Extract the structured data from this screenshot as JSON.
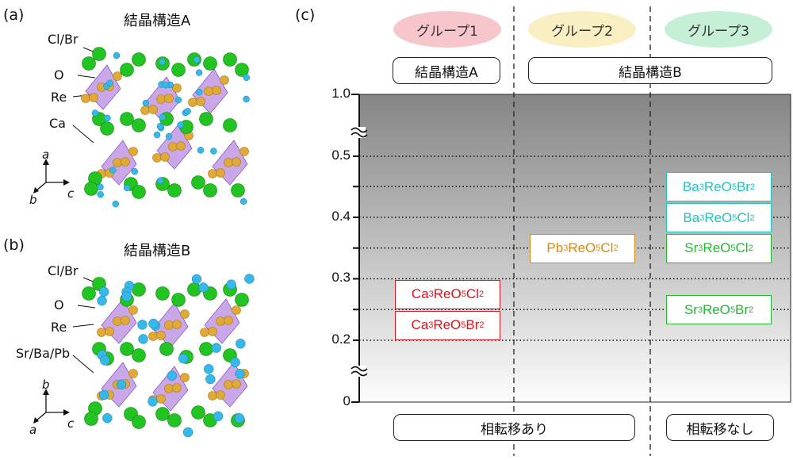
{
  "panel_a": {
    "label": "(a)",
    "title": "結晶構造A",
    "atoms": [
      "Cl/Br",
      "O",
      "Re",
      "Ca"
    ],
    "axes": [
      "a",
      "b",
      "c"
    ]
  },
  "panel_b": {
    "label": "(b)",
    "title": "結晶構造B",
    "atoms": [
      "Cl/Br",
      "O",
      "Re",
      "Sr/Ba/Pb"
    ],
    "axes": [
      "b",
      "a",
      "c"
    ]
  },
  "panel_c": {
    "label": "(c)",
    "groups": [
      {
        "label": "グループ1",
        "color": "#f7c6cb"
      },
      {
        "label": "グループ2",
        "color": "#faefc2"
      },
      {
        "label": "グループ3",
        "color": "#c6f0d6"
      }
    ],
    "structures": [
      "結晶構造A",
      "結晶構造B"
    ],
    "transitions": [
      "相転移あり",
      "相転移なし"
    ]
  },
  "chart_data": {
    "type": "table",
    "yticks": [
      "1.0",
      "0.5",
      "0.4",
      "0.3",
      "0.2",
      "0"
    ],
    "ylim": [
      0,
      1.0
    ],
    "axis_breaks": true,
    "grid": "dotted",
    "compounds": [
      {
        "name": "Ca3ReO5Cl2",
        "group": 1,
        "value": 0.275,
        "color": "#d9141e"
      },
      {
        "name": "Ca3ReO5Br2",
        "group": 1,
        "value": 0.225,
        "color": "#d9141e"
      },
      {
        "name": "Pb3ReO5Cl2",
        "group": 2,
        "value": 0.35,
        "color": "#d98a10"
      },
      {
        "name": "Ba3ReO5Br2",
        "group": 3,
        "value": 0.45,
        "color": "#1cc4c4"
      },
      {
        "name": "Ba3ReO5Cl2",
        "group": 3,
        "value": 0.4,
        "color": "#1cc4c4"
      },
      {
        "name": "Sr3ReO5Cl2",
        "group": 3,
        "value": 0.35,
        "color": "#22b830"
      },
      {
        "name": "Sr3ReO5Br2",
        "group": 3,
        "value": 0.25,
        "color": "#22b830"
      }
    ]
  }
}
